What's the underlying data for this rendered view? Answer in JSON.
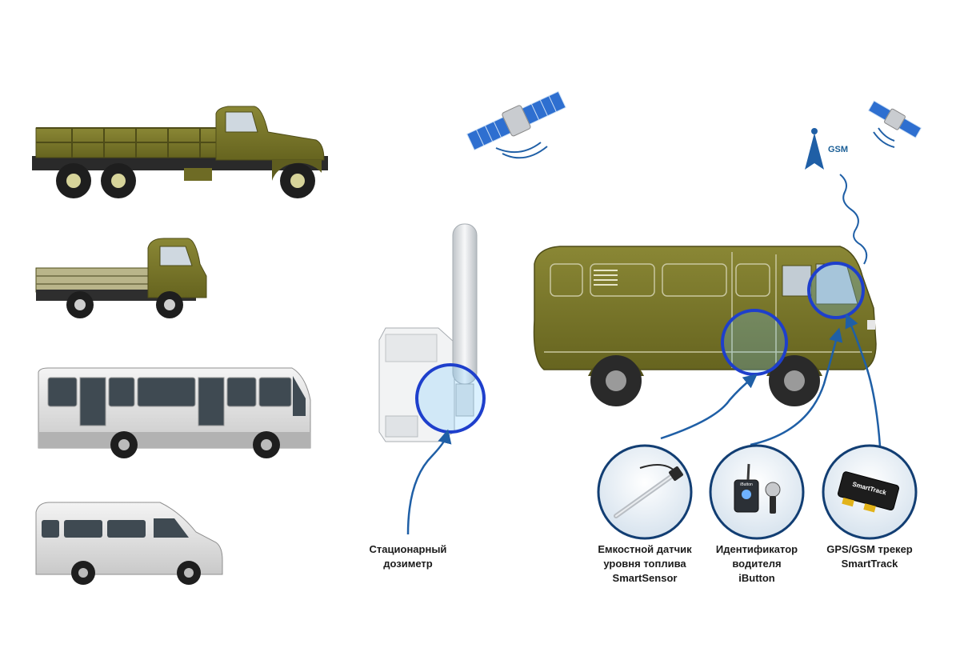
{
  "network": {
    "gsm_label": "GSM"
  },
  "labels": {
    "dosimeter": [
      "Стационарный",
      "дозиметр"
    ],
    "fuel_sensor": [
      "Емкостной датчик",
      "уровня топлива",
      "SmartSensor"
    ],
    "driver_id": [
      "Идентификатор",
      "водителя",
      "iButton"
    ],
    "tracker": [
      "GPS/GSM трекер",
      "SmartTrack"
    ]
  },
  "device_text": {
    "tracker_brand": "SmartTrack",
    "ibutton_reader": "iButton"
  },
  "colors": {
    "olive": "#7d7a2c",
    "olive_dark": "#57551c",
    "accent_blue": "#1f5fa6",
    "highlight_ring": "#1e3fcc",
    "label_text": "#1b1b1b"
  }
}
